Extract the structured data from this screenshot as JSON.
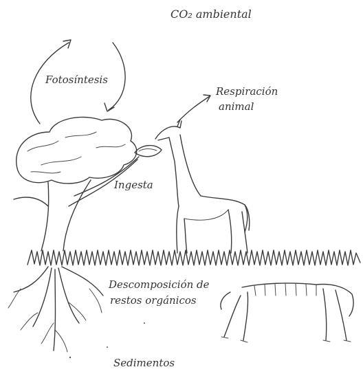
{
  "labels": {
    "co2": "CO₂ ambiental",
    "photosynthesis": "Fotosíntesis",
    "respiration_line1": "Respiración",
    "respiration_line2": "animal",
    "ingestion": "Ingesta",
    "decomposition_line1": "Descomposición de",
    "decomposition_line2": "restos orgánicos",
    "sediments": "Sedimentos"
  },
  "colors": {
    "ink": "#3b3b3b",
    "paper": "#ffffff"
  }
}
